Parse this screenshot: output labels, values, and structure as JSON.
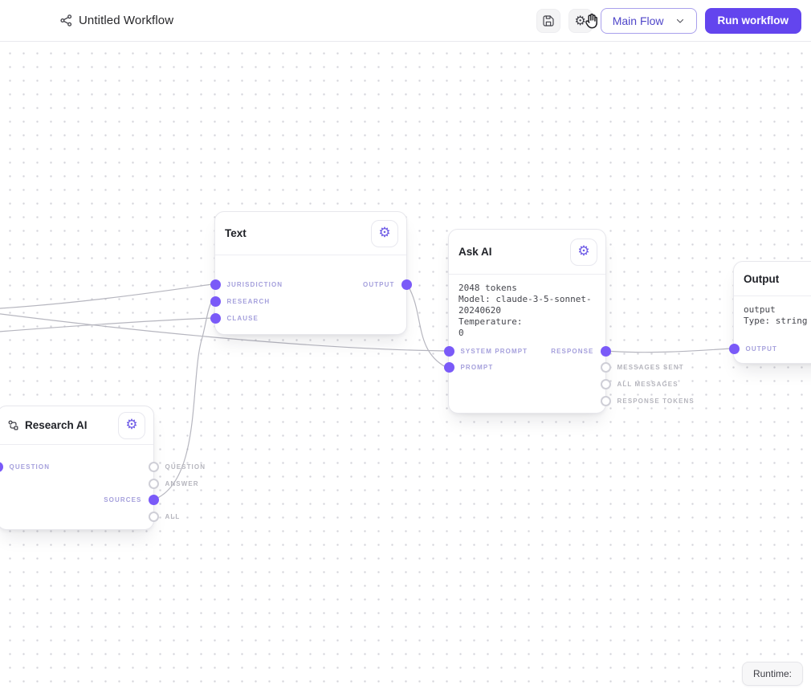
{
  "header": {
    "workflow_title": "Untitled Workflow",
    "flow_selector_value": "Main Flow",
    "run_button_label": "Run workflow"
  },
  "nodes": {
    "text": {
      "title": "Text",
      "inputs": [
        {
          "label": "JURISDICTION",
          "connected": true
        },
        {
          "label": "RESEARCH",
          "connected": true
        },
        {
          "label": "CLAUSE",
          "connected": true
        }
      ],
      "outputs": [
        {
          "label": "OUTPUT",
          "connected": true
        }
      ]
    },
    "ask_ai": {
      "title": "Ask AI",
      "config": "2048 tokens\nModel: claude-3-5-sonnet-\n20240620\nTemperature:\n0",
      "inputs": [
        {
          "label": "SYSTEM PROMPT",
          "connected": true
        },
        {
          "label": "PROMPT",
          "connected": true
        }
      ],
      "outputs": [
        {
          "label": "RESPONSE",
          "connected": true
        },
        {
          "label": "MESSAGES SENT",
          "connected": false
        },
        {
          "label": "ALL MESSAGES",
          "connected": false
        },
        {
          "label": "RESPONSE TOKENS",
          "connected": false
        }
      ]
    },
    "research_ai": {
      "title": "Research AI",
      "inputs": [
        {
          "label": "QUESTION",
          "connected": true
        }
      ],
      "outputs": [
        {
          "label": "QUESTION",
          "connected": false
        },
        {
          "label": "ANSWER",
          "connected": false
        },
        {
          "label": "SOURCES",
          "connected": true
        },
        {
          "label": "ALL",
          "connected": false
        }
      ]
    },
    "output": {
      "title": "Output",
      "config": "output\nType: string",
      "inputs": [
        {
          "label": "OUTPUT",
          "connected": true
        }
      ]
    }
  },
  "canvas": {
    "runtime_badge": "Runtime:"
  },
  "icons": {
    "topbar_left": "workflow-share-icon",
    "save": "floppy-disk-icon",
    "settings": "gear-icon",
    "node_settings": "gear-icon",
    "cursor": "grab-hand-cursor"
  },
  "colors": {
    "accent": "#6345ee",
    "port_connected": "#7a5af8",
    "port_label": "#a5a0dc",
    "edge": "#b6b6bf"
  }
}
